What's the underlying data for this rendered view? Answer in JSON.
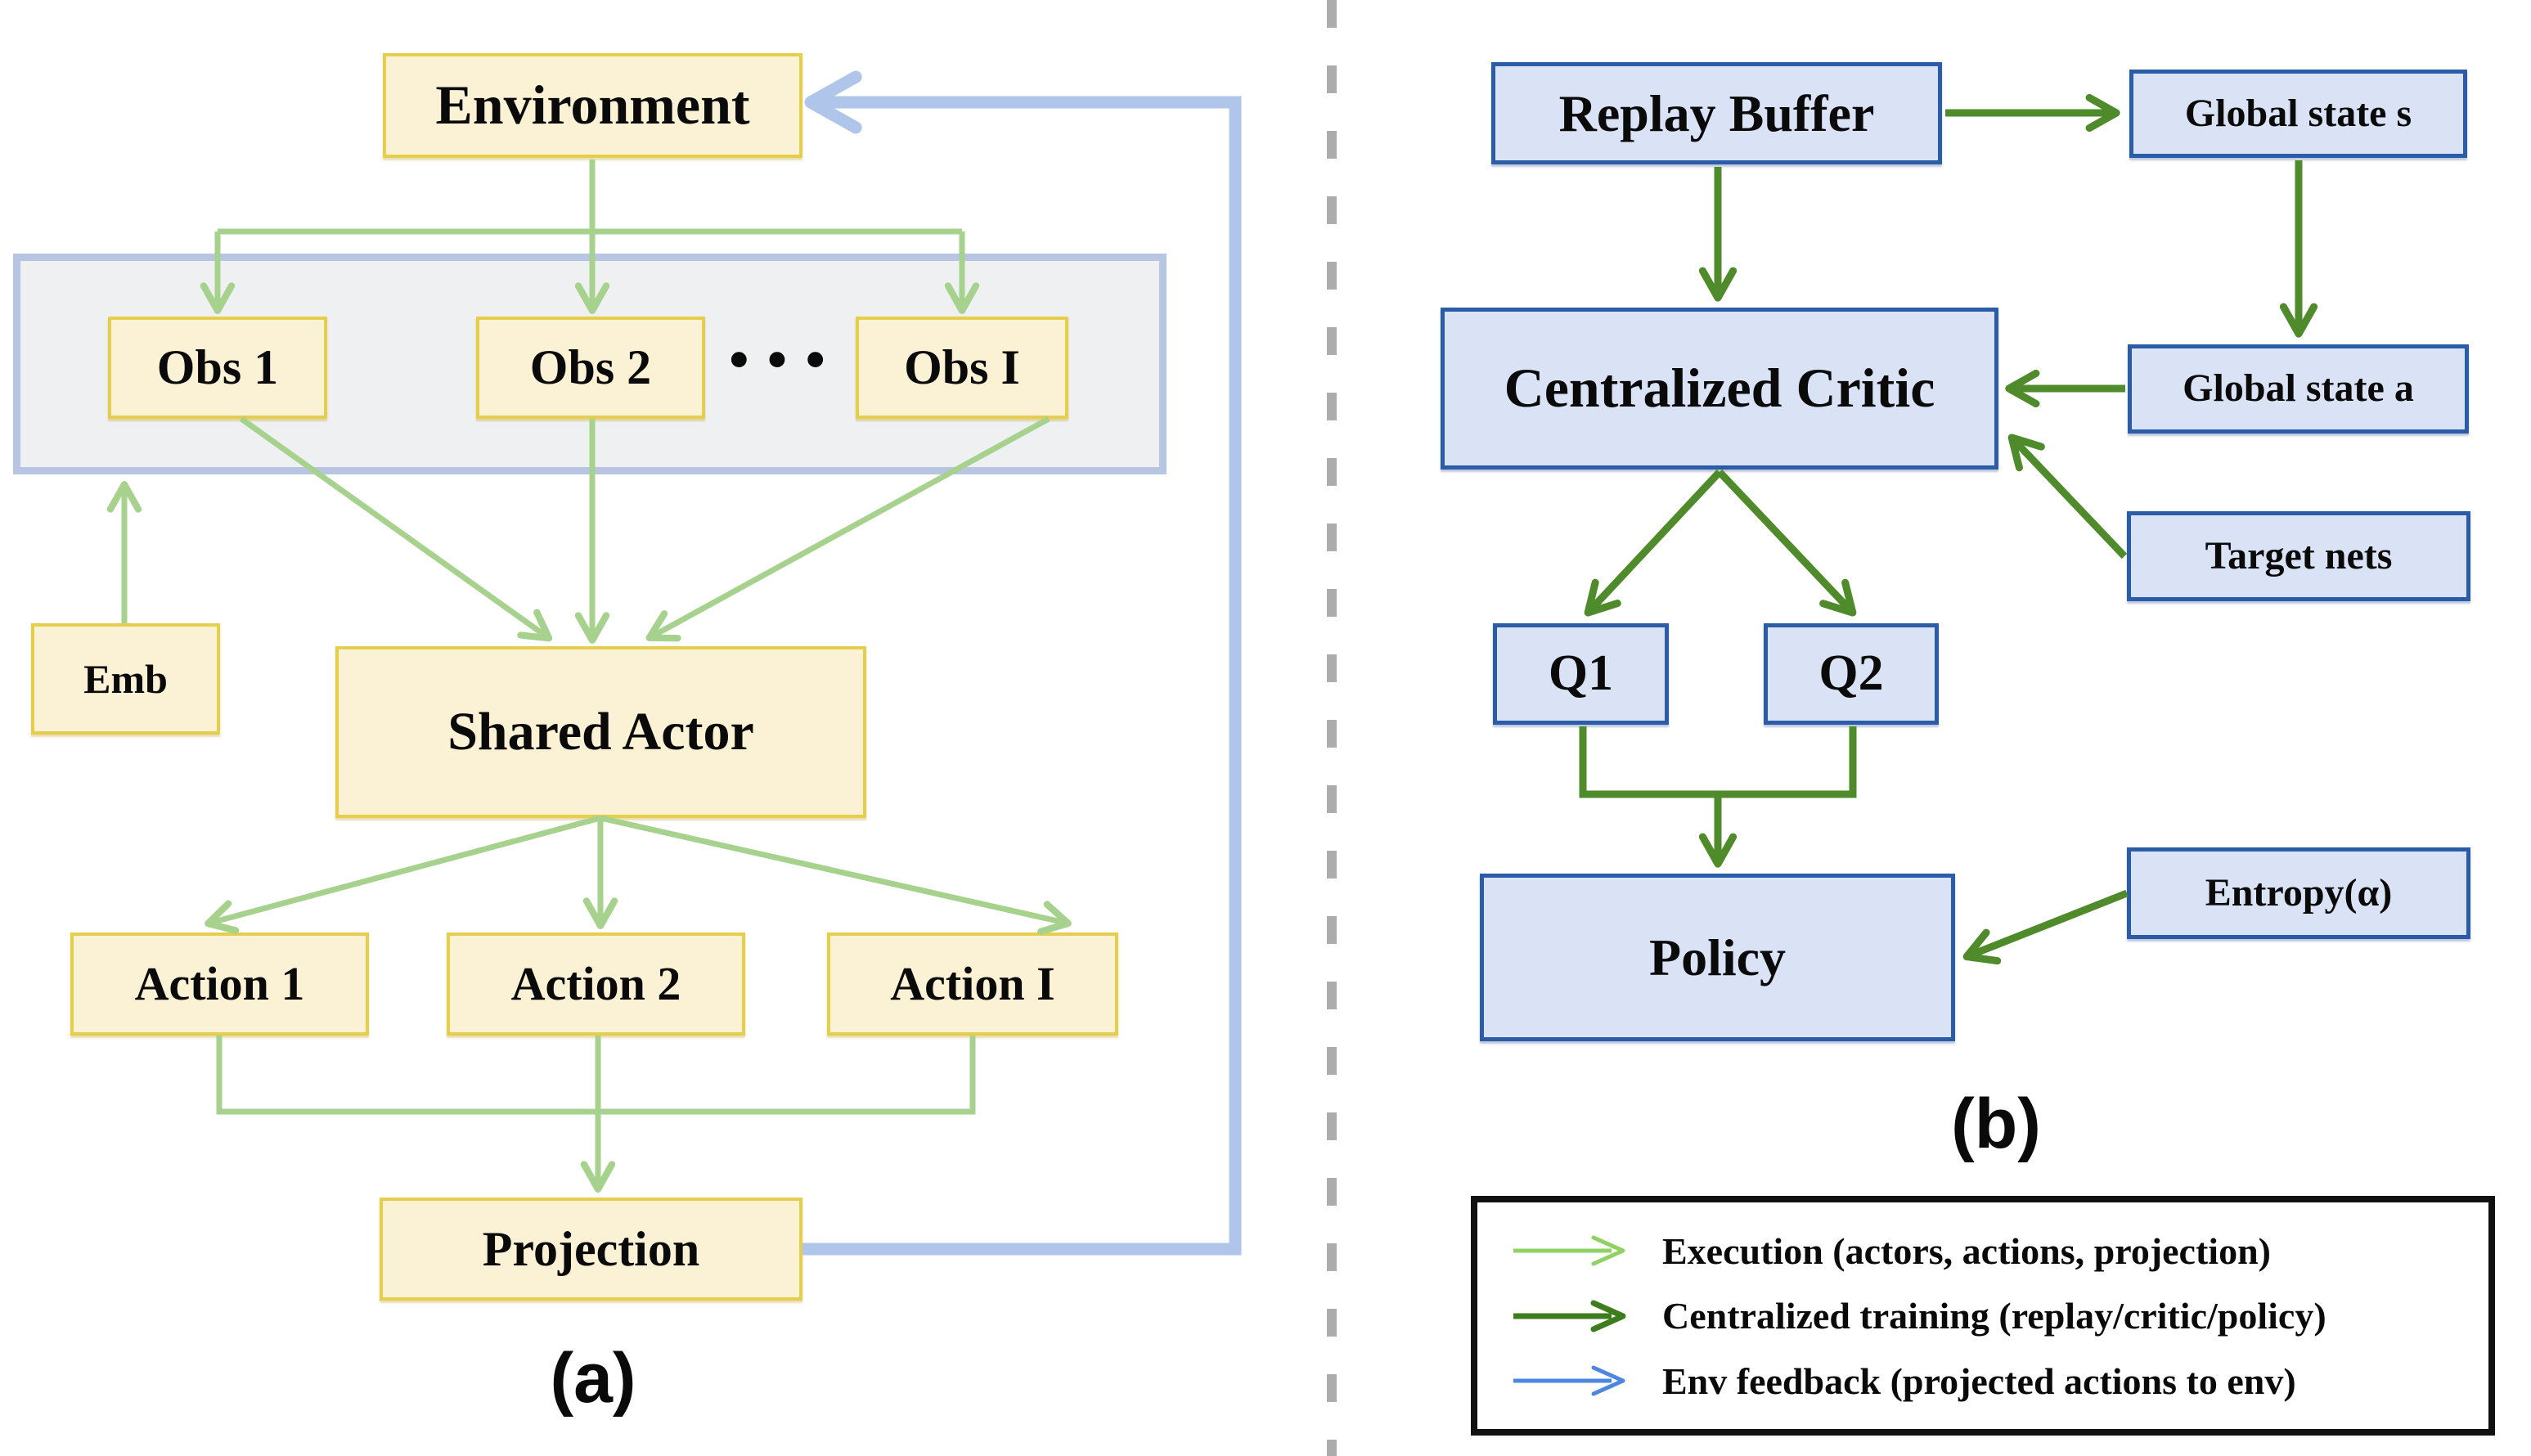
{
  "panel_a": {
    "label": "(a)",
    "nodes": {
      "environment": "Environment",
      "obs1": "Obs 1",
      "obs2": "Obs 2",
      "obs_dots": "···",
      "obsI": "Obs I",
      "emb": "Emb",
      "shared_actor": "Shared Actor",
      "action1": "Action 1",
      "action2": "Action 2",
      "actionI": "Action I",
      "projection": "Projection"
    }
  },
  "panel_b": {
    "label": "(b)",
    "nodes": {
      "replay_buffer": "Replay Buffer",
      "global_state_s": "Global state s",
      "centralized_critic": "Centralized Critic",
      "global_state_a": "Global state a",
      "target_nets": "Target nets",
      "q1": "Q1",
      "q2": "Q2",
      "policy": "Policy",
      "entropy": "Entropy(α)"
    }
  },
  "legend": {
    "items": [
      {
        "color": "#8FD163",
        "label": "Execution (actors, actions, projection)"
      },
      {
        "color": "#3E7D1E",
        "label": "Centralized training (replay/critic/policy)"
      },
      {
        "color": "#4C86E0",
        "label": "Env feedback (projected actions to env)"
      }
    ]
  },
  "colors": {
    "yellow_box_fill": "#FBF1D4",
    "yellow_box_border": "#E5CE4C",
    "blue_box_fill": "#DAE3F5",
    "blue_box_border": "#2B5CA8",
    "obs_container_fill": "#EFF0F2",
    "obs_container_border": "#B7C5E3",
    "light_green_arrow": "#A7D28E",
    "dark_green_arrow": "#4F8A2B",
    "env_feedback_blue": "#AFC6EA",
    "divider_gray": "#ACACAC"
  }
}
